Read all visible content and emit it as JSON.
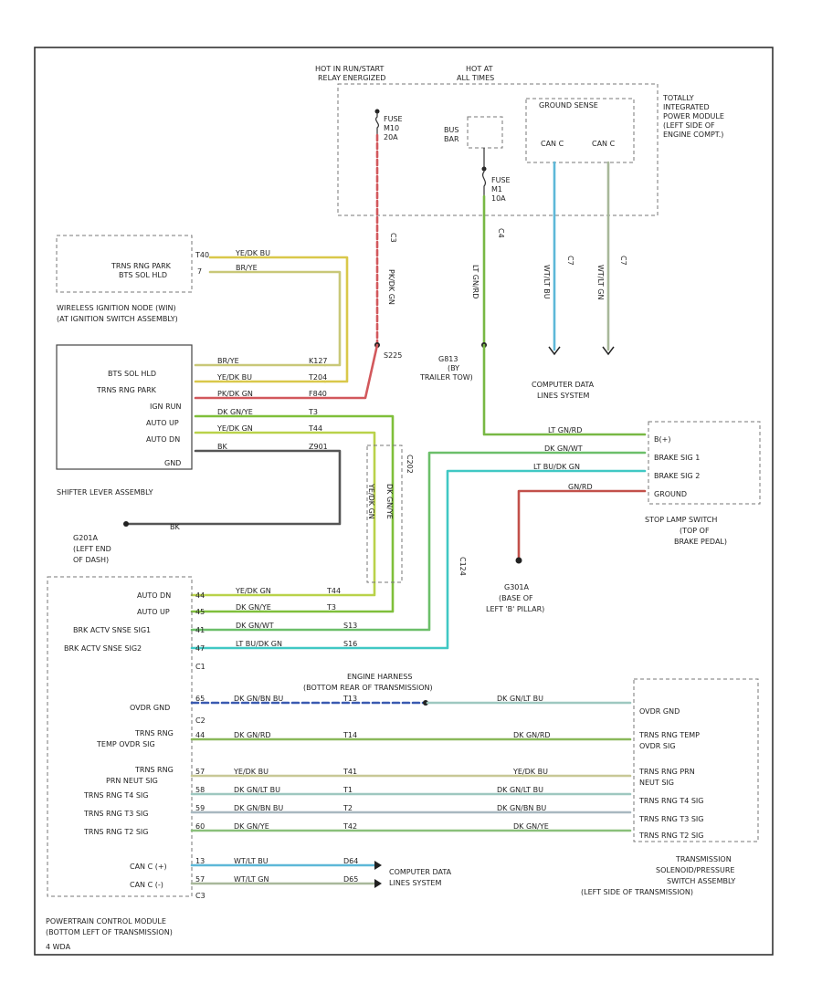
{
  "colors": {
    "ye_bu": "#d9c84a",
    "br_ye": "#c9c878",
    "pk_dk_gn": "#d2585c",
    "dk_gn_ye": "#7fbf3a",
    "ye_dk_gn": "#b9d24a",
    "bk": "#555555",
    "lt_gn_rd": "#78b844",
    "dk_gn_wt": "#6cbf6a",
    "lt_bu_dk_gn": "#40c8c4",
    "gn_rd": "#c2504a",
    "wt_lt_bu": "#5db8d8",
    "wt_lt_gn": "#a8b89a",
    "ye_bu_b": "#9aa0d8",
    "dk_gn_rd_b": "#8ab85a",
    "dk_gn_lt_bu": "#9ec8c0",
    "dk_gn_bn_bu": "#a8b8c0",
    "dk_gn_br": "#8ac07a",
    "dk_gn_bu": "#3a5ab0"
  },
  "labels": {
    "hot_run_start": "HOT IN RUN/START",
    "relay_energized": "RELAY ENERGIZED",
    "hot_at_all_times": "HOT AT",
    "all_times": "ALL TIMES",
    "fuse_upper": "FUSE",
    "fuse_upper_num": "M10",
    "fuse_upper_amp": "20A",
    "bus_bar": "BUS",
    "bus_bar2": "BAR",
    "fuse_lower": "FUSE",
    "fuse_lower_num": "M1",
    "fuse_lower_amp": "10A",
    "ground_sense": "GROUND SENSE",
    "can_c_a": "CAN C",
    "can_c_b": "CAN C",
    "tipm_1": "TOTALLY",
    "tipm_2": "INTEGRATED",
    "tipm_3": "POWER MODULE",
    "tipm_4": "(LEFT SIDE OF",
    "tipm_5": "ENGINE COMPT.)",
    "cn_c3": "C3",
    "cn_c4": "C4",
    "cn_c7a": "C7",
    "cn_c7b": "C7",
    "ign_trns_park": "TRNS RNG PARK",
    "ign_bts_sol": "BTS SOL HLD",
    "ign_pin_a": "T40",
    "ign_pin_b": "7",
    "wire_ye_bu": "YE/DK BU",
    "wire_br_ye": "BR/YE",
    "wireless_1": "WIRELESS IGNITION NODE (WIN)",
    "wireless_2": "(AT IGNITION SWITCH ASSEMBLY)",
    "wire_pink": "PK/DK GN",
    "wire_ltgn": "LT GN/RD",
    "wire_wt_bu": "WT/LT BU",
    "wire_wt_gn": "WT/LT GN",
    "splice_s225": "S225",
    "g813_1": "G813",
    "g813_2": "(BY",
    "g813_3": "TRAILER TOW)",
    "cdl_1": "COMPUTER DATA",
    "cdl_2": "LINES SYSTEM",
    "shift_bts": "BTS SOL HLD",
    "shift_park": "TRNS RNG PARK",
    "shift_ign": "IGN RUN",
    "shift_up": "AUTO UP",
    "shift_dn": "AUTO DN",
    "shift_gnd": "GND",
    "shift_w1": "BR/YE",
    "shift_w2": "YE/DK BU",
    "shift_w3": "PK/DK GN",
    "shift_w4": "DK GN/YE",
    "shift_w5": "YE/DK GN",
    "shift_w6": "BK",
    "shift_c1": "K127",
    "shift_c2": "T204",
    "shift_c3": "F840",
    "shift_c4": "T3",
    "shift_c5": "T44",
    "shift_c6": "Z901",
    "shifter_name": "SHIFTER LEVER ASSEMBLY",
    "g201_1": "G201A",
    "g201_2": "(LEFT END",
    "g201_3": "OF DASH)",
    "g201_wire": "BK",
    "vert_1": "YE/DK GN",
    "vert_2": "DK GN/YE",
    "vert_3": "C202",
    "vert_4": "C124",
    "stop_wire1": "LT GN/RD",
    "stop_wire2": "DK GN/WT",
    "stop_wire3": "LT BU/DK GN",
    "stop_wire4": "GN/RD",
    "stop_p1": "B(+)",
    "stop_p2": "BRAKE SIG 1",
    "stop_p3": "BRAKE SIG 2",
    "stop_p4": "GROUND",
    "stop_name_1": "STOP LAMP SWITCH",
    "stop_name_2": "(TOP OF",
    "stop_name_3": "BRAKE PEDAL)",
    "g301_1": "G301A",
    "g301_2": "(BASE OF",
    "g301_3": "LEFT 'B' PILLAR)",
    "pcm_dn": "AUTO DN",
    "pcm_up": "AUTO UP",
    "pcm_brk1": "BRK ACTV SNSE SIG1",
    "pcm_brk2": "BRK ACTV SNSE SIG2",
    "pcm_c1": "C1",
    "engine_h1": "ENGINE HARNESS",
    "engine_h2": "(BOTTOM REAR OF TRANSMISSION)",
    "pcm_ovr": "OVDR GND",
    "pcm_c2": "C2",
    "pcm_temp_1": "TRNS RNG",
    "pcm_temp_2": "TEMP OVDR SIG",
    "pcm_prnd_1": "TRNS RNG",
    "pcm_prnd_2": "PRN NEUT SIG",
    "pcm_t4": "TRNS RNG T4 SIG",
    "pcm_t3": "TRNS RNG T3 SIG",
    "pcm_t2": "TRNS RNG T2 SIG",
    "pcm_canc_h": "CAN C (+)",
    "pcm_canc_l": "CAN C (-)",
    "pcm_c3": "C3",
    "pcm_name_1": "POWERTRAIN CONTROL MODULE",
    "pcm_name_2": "(BOTTOM LEFT OF TRANSMISSION)",
    "pcm_name_3": "4 WDA",
    "tr_ovr": "OVDR GND",
    "tr_temp_1": "TRNS RNG TEMP",
    "tr_temp_2": "OVDR SIG",
    "tr_prnd_1": "TRNS RNG PRN",
    "tr_prnd_2": "NEUT SIG",
    "tr_t4": "TRNS RNG T4 SIG",
    "tr_t3": "TRNS RNG T3 SIG",
    "tr_t2": "TRNS RNG T2 SIG",
    "tr_name_1": "TRANSMISSION",
    "tr_name_2": "SOLENOID/PRESSURE",
    "tr_name_3": "SWITCH ASSEMBLY",
    "tr_name_4": "(LEFT SIDE OF TRANSMISSION)",
    "wl_ovr_l": "DK GN/BN BU",
    "wl_ovr_r": "DK GN/LT BU",
    "wl_temp": "DK GN/RD",
    "wl_prnd": "YE/DK BU",
    "wl_t4": "DK GN/LT BU",
    "wl_t3": "DK GN/BN BU",
    "wl_t2": "DK GN/YE",
    "wl_dn": "YE/DK GN",
    "wl_up": "DK GN/YE",
    "wl_b1": "DK GN/WT",
    "wl_b2": "LT BU/DK GN",
    "wl_canh": "WT/LT BU",
    "wl_canl": "WT/LT GN",
    "pin_44": "44",
    "pin_45": "45",
    "pin_41": "41",
    "pin_47": "47",
    "pin_65": "65",
    "pin_44b": "44",
    "pin_57": "57",
    "pin_58": "58",
    "pin_59": "59",
    "pin_60": "60",
    "pin_13": "13",
    "pin_57b": "57",
    "cc_t44": "T44",
    "cc_t3": "T3",
    "cc_s13": "S13",
    "cc_s16": "S16",
    "cc_t13": "T13",
    "cc_t14": "T14",
    "cc_t41": "T41",
    "cc_t1": "T1",
    "cc_t2": "T2",
    "cc_t42": "T42",
    "cc_d64": "D64",
    "cc_d65": "D65",
    "cc_d65b": "D65",
    "cc_t13b": "T13",
    "cc_d64t": "D64",
    "cc_d65t": "D65"
  }
}
